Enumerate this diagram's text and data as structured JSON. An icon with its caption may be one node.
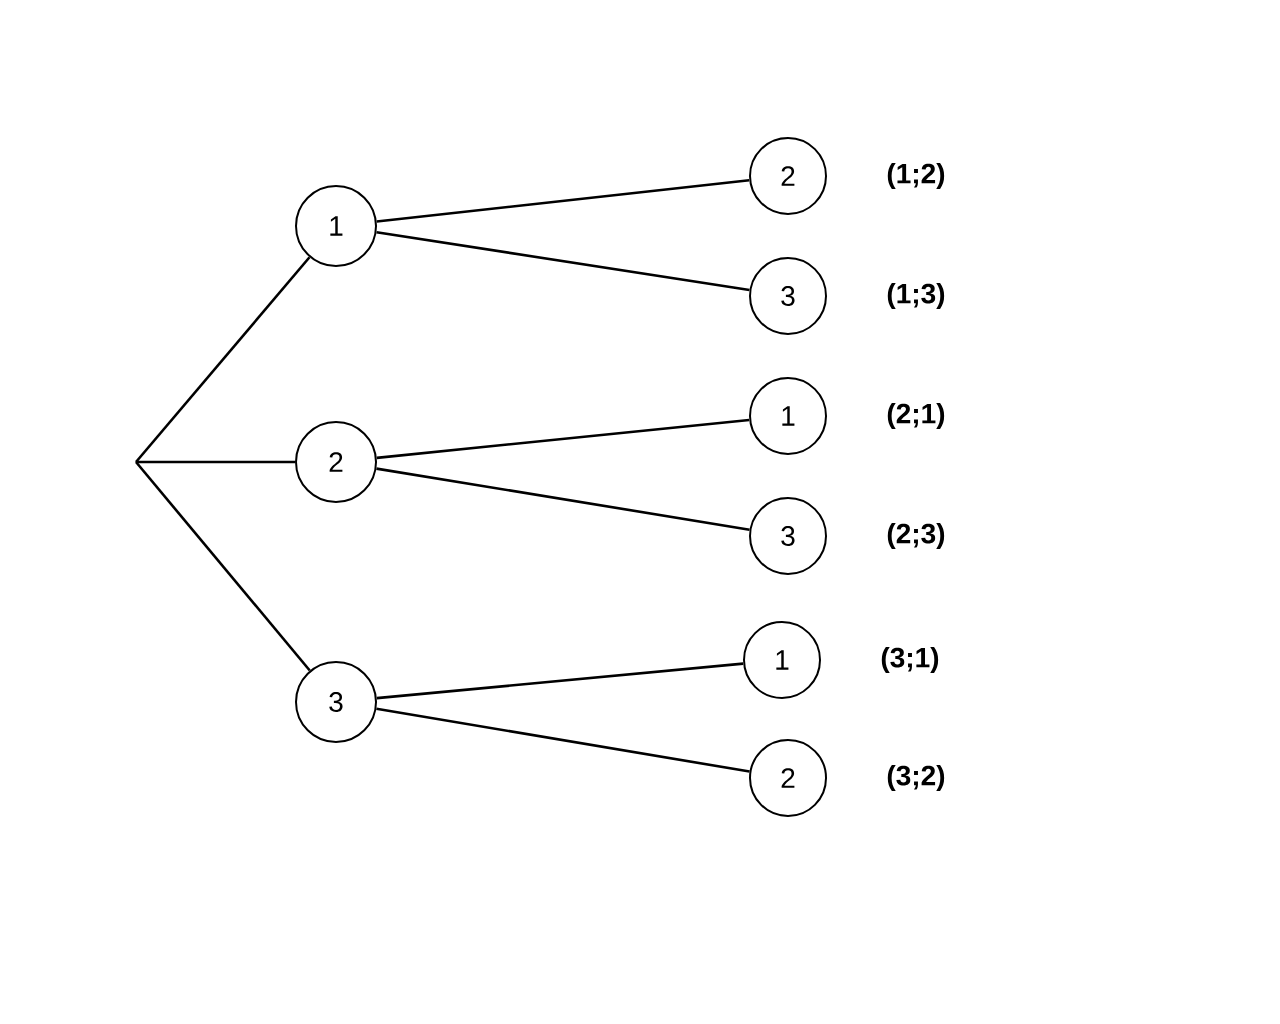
{
  "diagram": {
    "nodes": [
      {
        "text": [
          "1"
        ]
      },
      {
        "text": [
          "2"
        ]
      },
      {
        "text": [
          "3"
        ]
      },
      {
        "text": [
          "2"
        ],
        "beside": [
          "(1;2)"
        ]
      },
      {
        "text": [
          "3"
        ],
        "beside": [
          "(1;3)"
        ]
      },
      {
        "text": [
          "1"
        ],
        "beside": [
          "(2;1)"
        ]
      },
      {
        "text": [
          "3"
        ],
        "beside": [
          "(2;3)"
        ]
      },
      {
        "text": [
          "1"
        ],
        "beside": [
          "(3;1)"
        ]
      },
      {
        "text": [
          "2"
        ],
        "beside": [
          "(3;2)"
        ]
      }
    ],
    "edges": [
      {
        "from": null,
        "to": 0,
        "arrow": "none"
      },
      {
        "from": null,
        "to": 1,
        "arrow": "none"
      },
      {
        "from": null,
        "to": 2,
        "arrow": "none"
      },
      {
        "from": 0,
        "to": 3,
        "arrow": "none"
      },
      {
        "from": 0,
        "to": 4,
        "arrow": "none"
      },
      {
        "from": 1,
        "to": 5,
        "arrow": "none"
      },
      {
        "from": 1,
        "to": 6,
        "arrow": "none"
      },
      {
        "from": 2,
        "to": 7,
        "arrow": "none"
      },
      {
        "from": 2,
        "to": 8,
        "arrow": "none"
      }
    ]
  }
}
